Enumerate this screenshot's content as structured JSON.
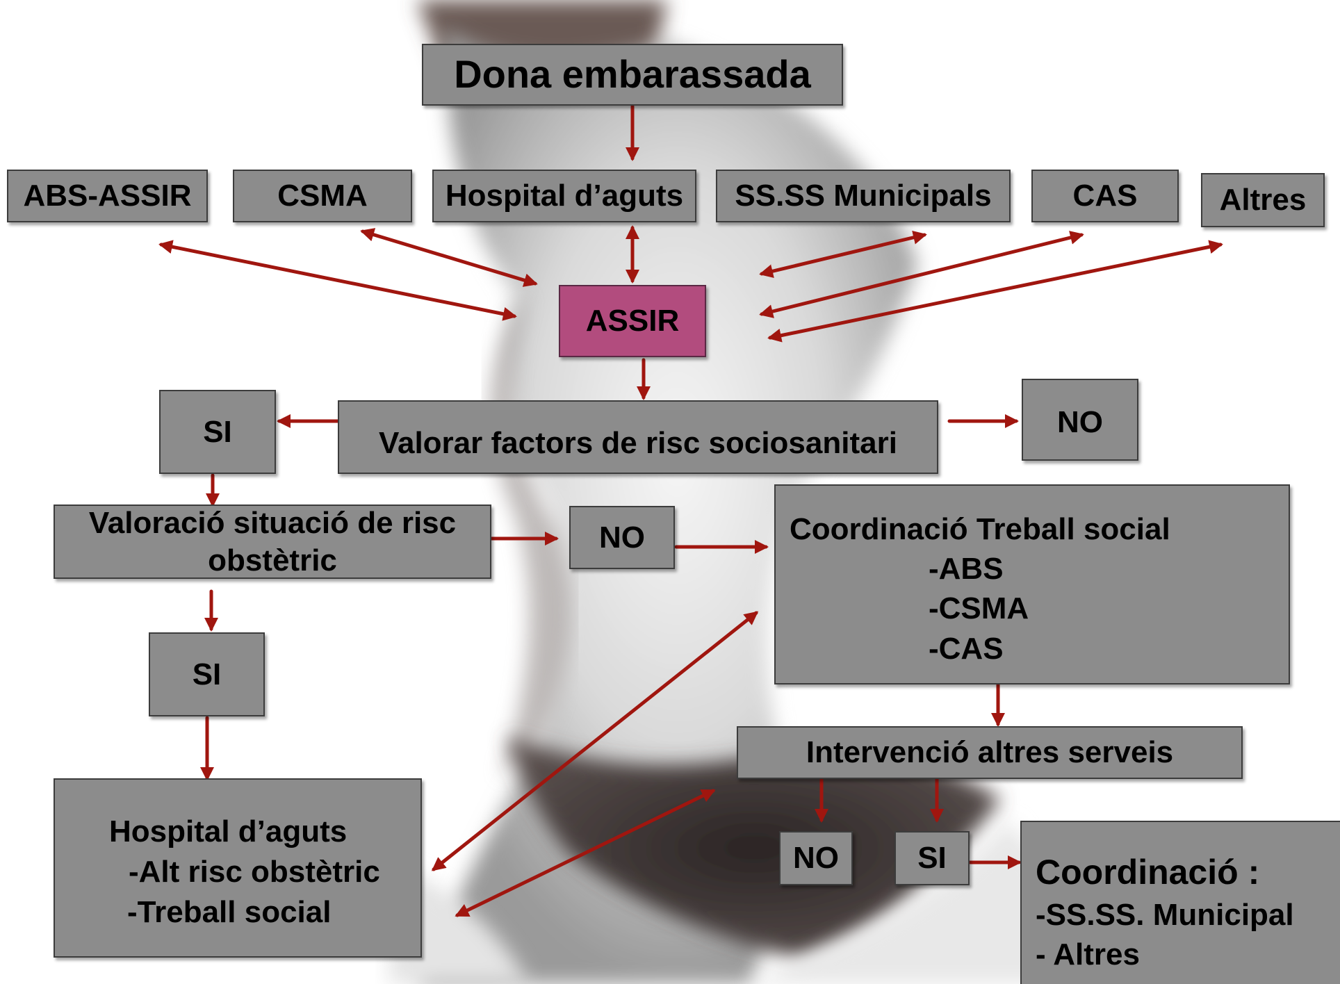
{
  "colors": {
    "box_fill": "#8c8c8c",
    "assir_fill": "#b24c7e",
    "arrow": "#a0160f"
  },
  "top": {
    "title": "Dona embarassada"
  },
  "services": {
    "abs_assir": "ABS-ASSIR",
    "csma": "CSMA",
    "hospital": "Hospital d’aguts",
    "ssss": "SS.SS Municipals",
    "cas": "CAS",
    "altres": "Altres"
  },
  "assir": "ASSIR",
  "valorar": "Valorar factors de risc sociosanitari",
  "si_1": "SI",
  "no_1": "NO",
  "valoracio": {
    "line1": "Valoració situació de risc",
    "line2": "obstètric"
  },
  "no_2": "NO",
  "si_2": "SI",
  "coord_ts": {
    "title": "Coordinació Treball social",
    "items": [
      "-ABS",
      "-CSMA",
      "-CAS"
    ]
  },
  "hospital_final": {
    "title": "Hospital d’aguts",
    "items": [
      "-Alt risc obstètric",
      "-Treball social"
    ]
  },
  "intervencio": "Intervenció altres serveis",
  "no_3": "NO",
  "si_3": "SI",
  "coord_final": {
    "title": "Coordinació :",
    "items": [
      "-SS.SS. Municipal",
      "- Altres"
    ]
  }
}
